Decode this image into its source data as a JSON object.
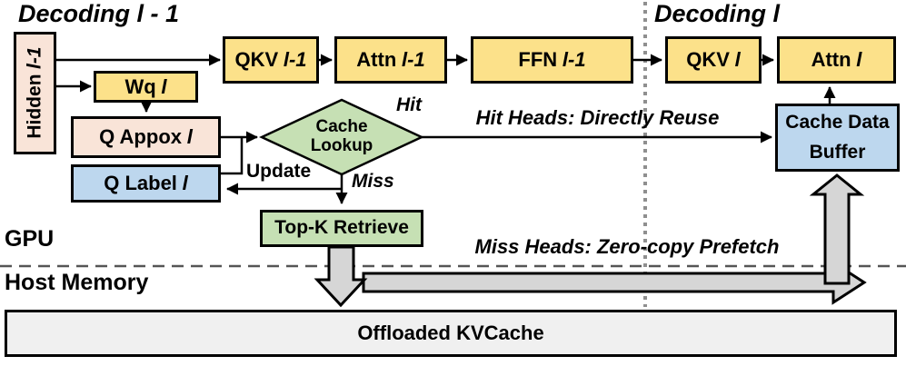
{
  "titles": {
    "prev": "Decoding l - 1",
    "cur": "Decoding l"
  },
  "regions": {
    "gpu_label": "GPU",
    "host_label": "Host Memory"
  },
  "boxes": {
    "hidden": {
      "text": "Hidden",
      "em": "l-1"
    },
    "qkv_prev": {
      "text": "QKV",
      "em": "l-1"
    },
    "attn_prev": {
      "text": "Attn",
      "em": "l-1"
    },
    "ffn_prev": {
      "text": "FFN",
      "em": "l-1"
    },
    "qkv_cur": {
      "text": "QKV",
      "em": "l"
    },
    "attn_cur": {
      "text": "Attn",
      "em": "l"
    },
    "wq": {
      "text": "Wq",
      "em": "l"
    },
    "q_appox": {
      "text": "Q Appox",
      "em": "l"
    },
    "q_label": {
      "text": "Q Label",
      "em": "l"
    },
    "topk": {
      "text": "Top-K Retrieve"
    },
    "cache_buffer": {
      "line1": "Cache Data",
      "line2": "Buffer"
    },
    "kvcache": {
      "text": "Offloaded KVCache"
    }
  },
  "diamond": {
    "line1": "Cache",
    "line2": "Lookup"
  },
  "edge_labels": {
    "hit": "Hit",
    "miss": "Miss",
    "update": "Update",
    "hit_heads": "Hit Heads: Directly Reuse",
    "miss_heads": "Miss Heads: Zero-copy Prefetch"
  },
  "colors": {
    "yellow": "#FCE18A",
    "pink": "#F9E4D8",
    "blue": "#BDD7EE",
    "green": "#C6E0B4",
    "gray_arrow": "#D6D6D6",
    "kvcache_fill": "#F0F0F0"
  }
}
